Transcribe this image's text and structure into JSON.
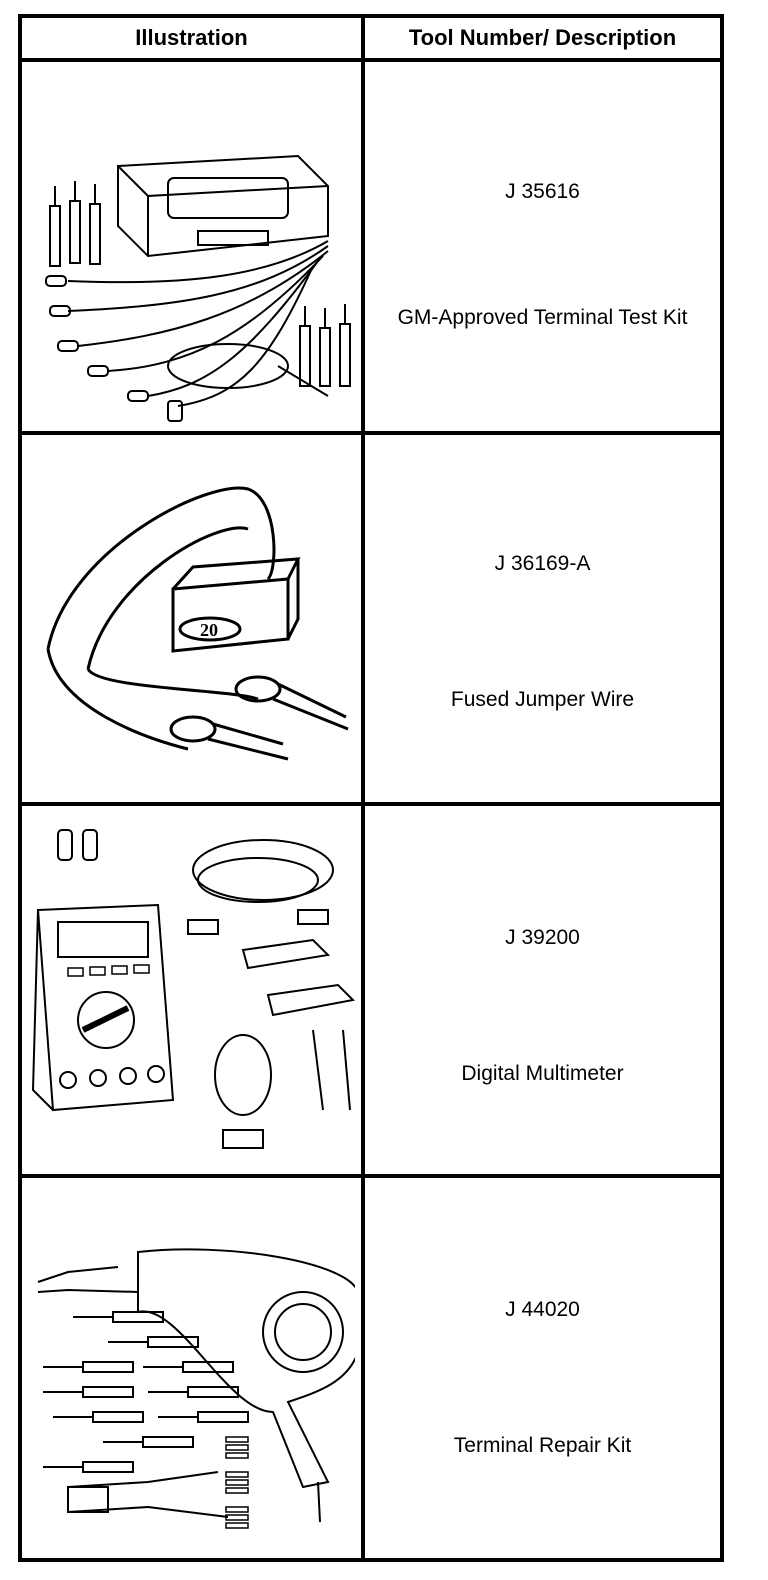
{
  "table": {
    "headers": {
      "illustration": "Illustration",
      "tool": "Tool Number/ Description"
    },
    "rows": [
      {
        "number": "J 35616",
        "description": "GM-Approved Terminal Test Kit",
        "icon": "terminal-test-kit-icon"
      },
      {
        "number": "J 36169-A",
        "description": "Fused Jumper Wire",
        "icon": "fused-jumper-wire-icon",
        "label": "20"
      },
      {
        "number": "J 39200",
        "description": "Digital Multimeter",
        "icon": "digital-multimeter-icon"
      },
      {
        "number": "J 44020",
        "description": "Terminal Repair Kit",
        "icon": "terminal-repair-kit-icon"
      }
    ]
  }
}
